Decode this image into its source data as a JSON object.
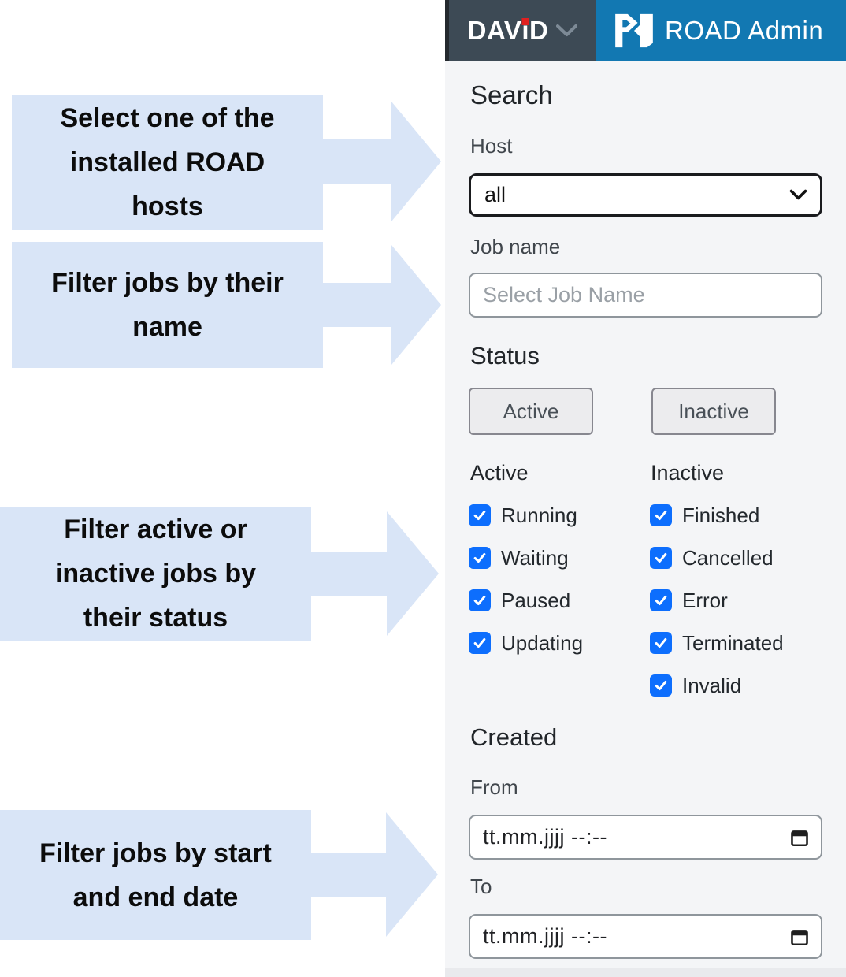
{
  "header": {
    "brand": {
      "name": "DAViD",
      "parts": [
        "DAV",
        "i",
        "D"
      ],
      "chevron_icon": "chevron-down"
    },
    "app_title": "ROAD Admin"
  },
  "search": {
    "title": "Search",
    "host_label": "Host",
    "host_selected_value": "all",
    "job_name_label": "Job name",
    "job_name_placeholder": "Select Job Name"
  },
  "status": {
    "title": "Status",
    "active_button_label": "Active",
    "inactive_button_label": "Inactive",
    "active_group_label": "Active",
    "inactive_group_label": "Inactive",
    "active_items": [
      {
        "label": "Running",
        "checked": true
      },
      {
        "label": "Waiting",
        "checked": true
      },
      {
        "label": "Paused",
        "checked": true
      },
      {
        "label": "Updating",
        "checked": true
      }
    ],
    "inactive_items": [
      {
        "label": "Finished",
        "checked": true
      },
      {
        "label": "Cancelled",
        "checked": true
      },
      {
        "label": "Error",
        "checked": true
      },
      {
        "label": "Terminated",
        "checked": true
      },
      {
        "label": "Invalid",
        "checked": true
      }
    ]
  },
  "created": {
    "title": "Created",
    "from_label": "From",
    "to_label": "To",
    "from_value": "tt.mm.jjjj --:--",
    "to_value": "tt.mm.jjjj --:--"
  },
  "annotations": [
    {
      "text": "Select one of the\ninstalled ROAD\nhosts"
    },
    {
      "text": "Filter jobs by their\nname"
    },
    {
      "text": "Filter active or\ninactive jobs by\ntheir status"
    },
    {
      "text": "Filter jobs by start\nand end date"
    }
  ],
  "icons": {
    "brand_chevron": "chevron-down-icon",
    "select_chevron": "chevron-down-icon",
    "calendar": "calendar-icon",
    "checkbox_check": "check-icon",
    "road_logo": "road-logo-mark"
  },
  "colors": {
    "header_dark": "#3d4a55",
    "header_blue": "#1278b2",
    "brand_dot_red": "#e02020",
    "checkbox_blue": "#0d6efd",
    "annotation_blue": "#d9e5f7",
    "panel_background": "#f4f5f7"
  }
}
